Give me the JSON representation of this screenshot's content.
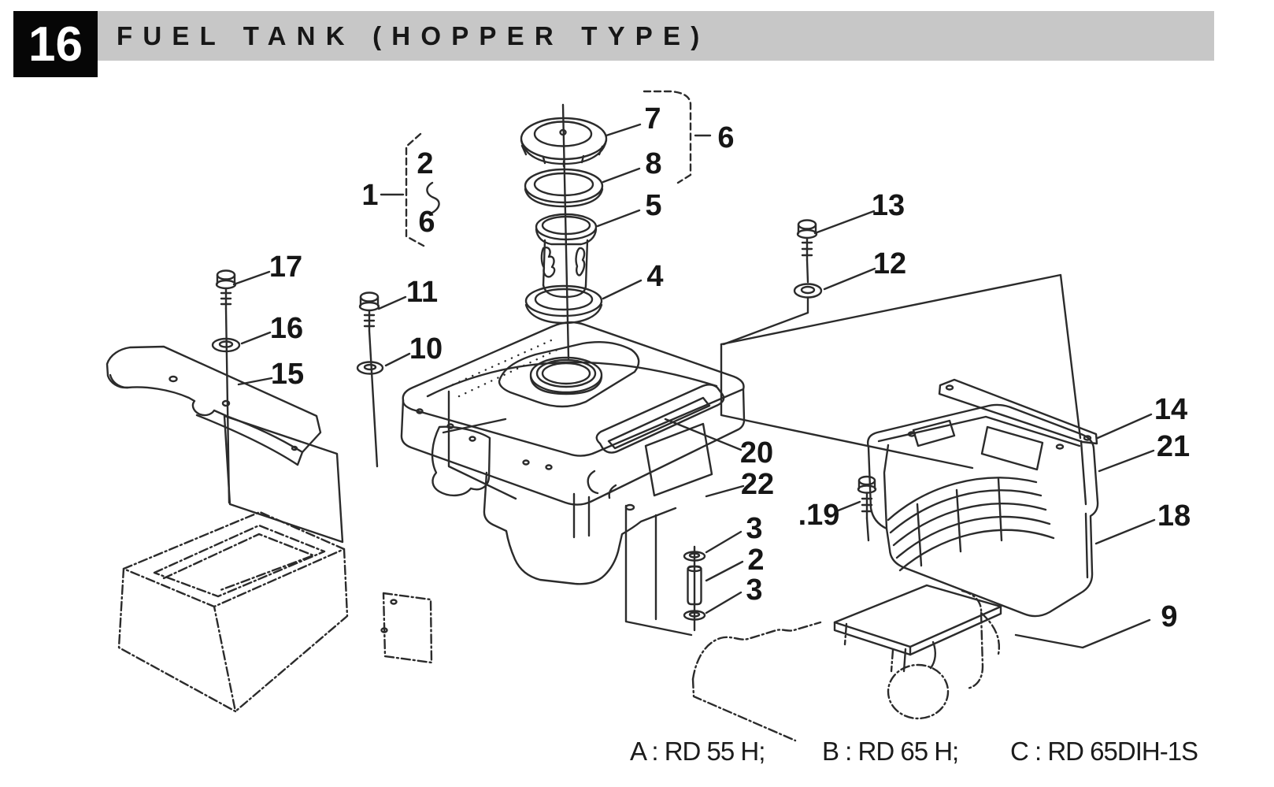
{
  "header": {
    "section_number": "16",
    "title": "FUEL TANK (HOPPER TYPE)"
  },
  "diagram_type": "exploded-parts-diagram",
  "callouts": {
    "c1": "1",
    "c2a": "2",
    "c6a": "6",
    "c7": "7",
    "c6b": "6",
    "c8": "8",
    "c5": "5",
    "c4": "4",
    "c13": "13",
    "c12": "12",
    "c17": "17",
    "c16": "16",
    "c15": "15",
    "c11": "11",
    "c10": "10",
    "c20": "20",
    "c22": "22",
    "c3a": "3",
    "c2b": "2",
    "c3b": "3",
    "c14": "14",
    "c21": "21",
    "c18": "18",
    "c19": ".19",
    "c9": "9"
  },
  "legend": {
    "items": [
      {
        "label": "A : RD 55 H;"
      },
      {
        "label": "B : RD 65 H;"
      },
      {
        "label": "C :  RD 65DIH-1S"
      }
    ]
  },
  "colors": {
    "ink": "#2b2b2b",
    "header_bar_bg": "#c7c7c7",
    "header_box_bg": "#060606",
    "header_box_text": "#ffffff",
    "paper": "#ffffff"
  }
}
